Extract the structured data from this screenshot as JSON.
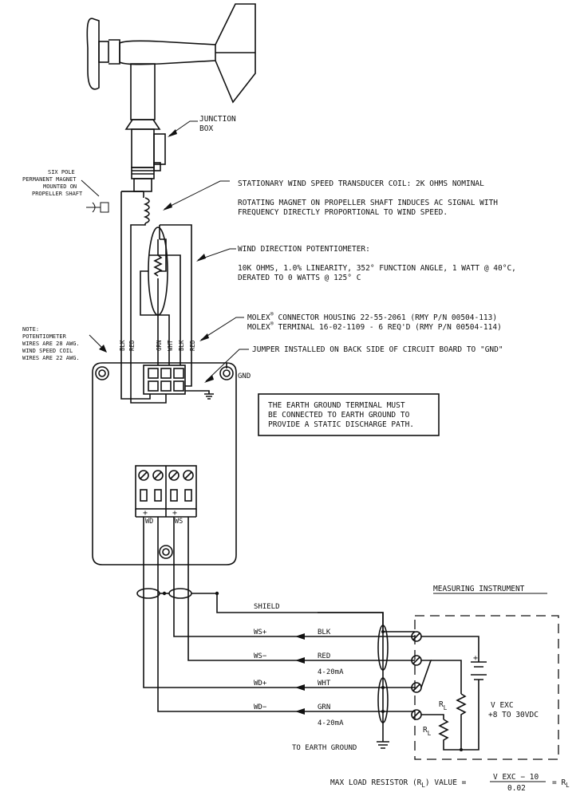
{
  "labels": {
    "junction_box_1": "JUNCTION",
    "junction_box_2": "BOX",
    "magnet_1": "SIX POLE",
    "magnet_2": "PERMANENT MAGNET",
    "magnet_3": "MOUNTED ON",
    "magnet_4": "PROPELLER SHAFT",
    "coil_1": "STATIONARY WIND SPEED TRANSDUCER COIL: 2K OHMS NOMINAL",
    "coil_2": "ROTATING MAGNET ON PROPELLER SHAFT INDUCES AC SIGNAL WITH",
    "coil_3": "FREQUENCY DIRECTLY PROPORTIONAL TO WIND SPEED.",
    "pot_1": "WIND DIRECTION POTENTIOMETER:",
    "pot_2": "10K OHMS, 1.0% LINEARITY, 352° FUNCTION ANGLE, 1 WATT @ 40°C,",
    "pot_3": "DERATED TO 0 WATTS @ 125° C",
    "molex_1a": "MOLEX",
    "molex_1b": " CONNECTOR HOUSING 22-55-2061 (RMY P/N 00504-113)",
    "molex_2a": "MOLEX",
    "molex_2b": " TERMINAL 16-02-1109 - 6 REQ'D (RMY P/N 00504-114)",
    "registered": "®",
    "jumper": "JUMPER INSTALLED ON BACK SIDE OF CIRCUIT BOARD TO \"GND\"",
    "note_1": "NOTE:",
    "note_2": "POTENTIOMETER",
    "note_3": "WIRES ARE 28 AWG.",
    "note_4": "WIND SPEED COIL",
    "note_5": "WIRES ARE 22 AWG.",
    "gnd": "GND",
    "earth_1": "THE EARTH GROUND TERMINAL MUST",
    "earth_2": "BE CONNECTED TO EARTH GROUND TO",
    "earth_3": "PROVIDE A STATIC DISCHARGE PATH.",
    "wire_blk_1": "BLK",
    "wire_red_1": "RED",
    "wire_grn": "GRN",
    "wire_wht": "WHT",
    "wire_blk_2": "BLK",
    "wire_red_2": "RED",
    "plus_1": "+",
    "plus_2": "+",
    "wd": "WD",
    "ws": "WS",
    "measuring": "MEASURING INSTRUMENT",
    "shield": "SHIELD",
    "ws_plus": "WS+",
    "ws_minus": "WS−",
    "wd_plus": "WD+",
    "wd_minus": "WD−",
    "blk": "BLK",
    "red": "RED",
    "ma_1": "4-20mA",
    "wht": "WHT",
    "grn": "GRN",
    "ma_2": "4-20mA",
    "to_earth": "TO EARTH GROUND",
    "rl_1": "R",
    "rl_1s": "L",
    "rl_2": "R",
    "rl_2s": "L",
    "vexc_1": "V EXC",
    "vexc_2": "+8 TO 30VDC",
    "batt_plus": "+",
    "formula_lead": "MAX LOAD RESISTOR (R",
    "formula_sub1": "L",
    "formula_mid": ") VALUE =",
    "formula_num": "V EXC − 10",
    "formula_den": "0.02",
    "formula_eq": "= R",
    "formula_sub2": "L"
  }
}
